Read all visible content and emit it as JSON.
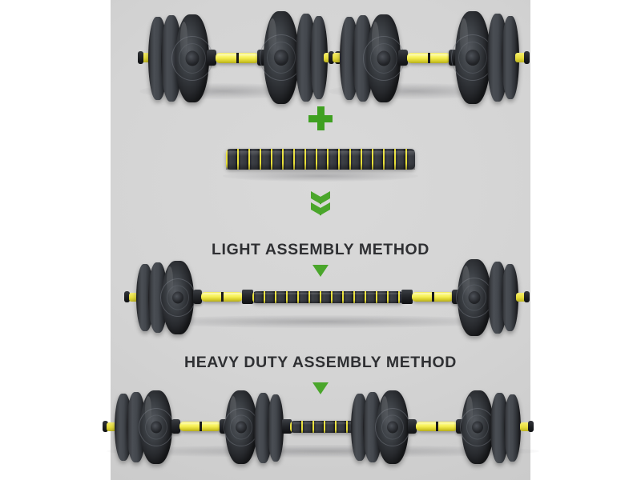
{
  "panel": {
    "background_color": "#d4d4d4",
    "outer_background_color": "#ffffff"
  },
  "colors": {
    "accent_green": "#4aa62b",
    "plus_green": "#3fa021",
    "grip_yellow": "#f2ea62",
    "plate_black": "#26282c",
    "caption_text": "#2f3033"
  },
  "symbols": {
    "plus": {
      "name": "plus-sign",
      "glyph": "+"
    },
    "chevrons": {
      "name": "double-chevron-down",
      "count": 2,
      "glyph": "»"
    },
    "triangle_light": {
      "name": "triangle-down",
      "glyph": "▼"
    },
    "triangle_heavy": {
      "name": "triangle-down",
      "glyph": "▼"
    }
  },
  "captions": {
    "light": "LIGHT ASSEMBLY METHOD",
    "heavy": "HEAVY DUTY ASSEMBLY METHOD"
  },
  "products": {
    "dumbbell_pair": {
      "name": "adjustable-dumbbell-pair",
      "count": 2,
      "plates_per_side": 3,
      "grip_color": "#f2ea62"
    },
    "connector_rod": {
      "name": "ribbed-connector-rod",
      "segments": 17,
      "body_color": "#26282c",
      "stripe_color": "#e9e03a"
    },
    "light_barbell": {
      "name": "light-assembly-barbell",
      "plate_stacks": 2,
      "plates_per_stack": 3
    },
    "heavy_barbell": {
      "name": "heavy-duty-assembly-barbell",
      "plate_stacks": 4,
      "plates_per_stack": 3
    }
  }
}
